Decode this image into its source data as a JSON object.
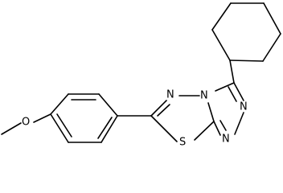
{
  "molecule": {
    "atom_labels": {
      "methoxy_o": "O",
      "n_upper_left": "N",
      "n_bridge": "N",
      "n_right": "N",
      "n_lower": "N",
      "s": "S"
    }
  },
  "colors": {
    "bond": "#000000",
    "label": "#000000",
    "background": "#ffffff"
  }
}
